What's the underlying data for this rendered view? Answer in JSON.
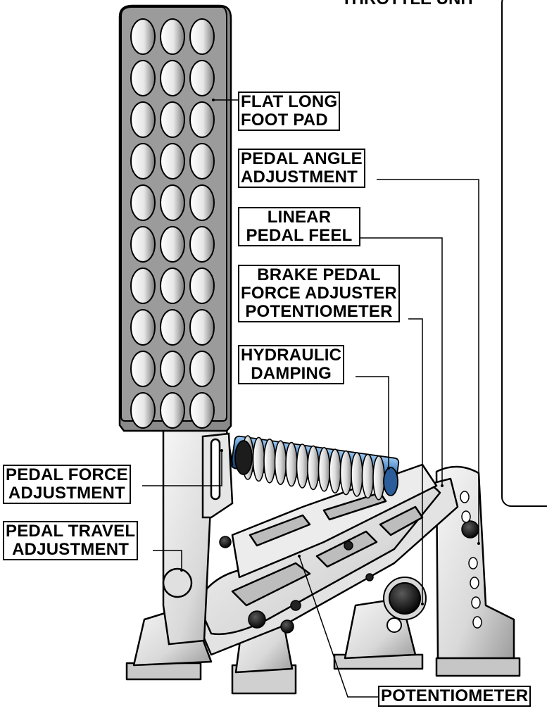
{
  "heading": "THROTTLE UNIT",
  "labels": {
    "flat_long_foot_pad": [
      "FLAT LONG",
      "FOOT PAD"
    ],
    "pedal_angle_adjustment": [
      "PEDAL ANGLE",
      "ADJUSTMENT"
    ],
    "linear_pedal_feel": [
      "LINEAR",
      "PEDAL FEEL"
    ],
    "brake_pedal_force_adjuster_potentiometer": [
      "BRAKE PEDAL",
      "FORCE ADJUSTER",
      "POTENTIOMETER"
    ],
    "hydraulic_damping": [
      "HYDRAULIC",
      "DAMPING"
    ],
    "pedal_force_adjustment": [
      "PEDAL FORCE",
      "ADJUSTMENT"
    ],
    "pedal_travel_adjustment": [
      "PEDAL TRAVEL",
      "ADJUSTMENT"
    ],
    "potentiometer": [
      "POTENTIOMETER"
    ]
  },
  "colors": {
    "outline": "#000000",
    "metal_light": "#f2f2f2",
    "metal_mid": "#cfcfcf",
    "metal_dark": "#8c8c8c",
    "spring_blue": "#2f6fb5",
    "spring_blue_light": "#6aa7e0",
    "spring_white": "#e9e9e9"
  }
}
